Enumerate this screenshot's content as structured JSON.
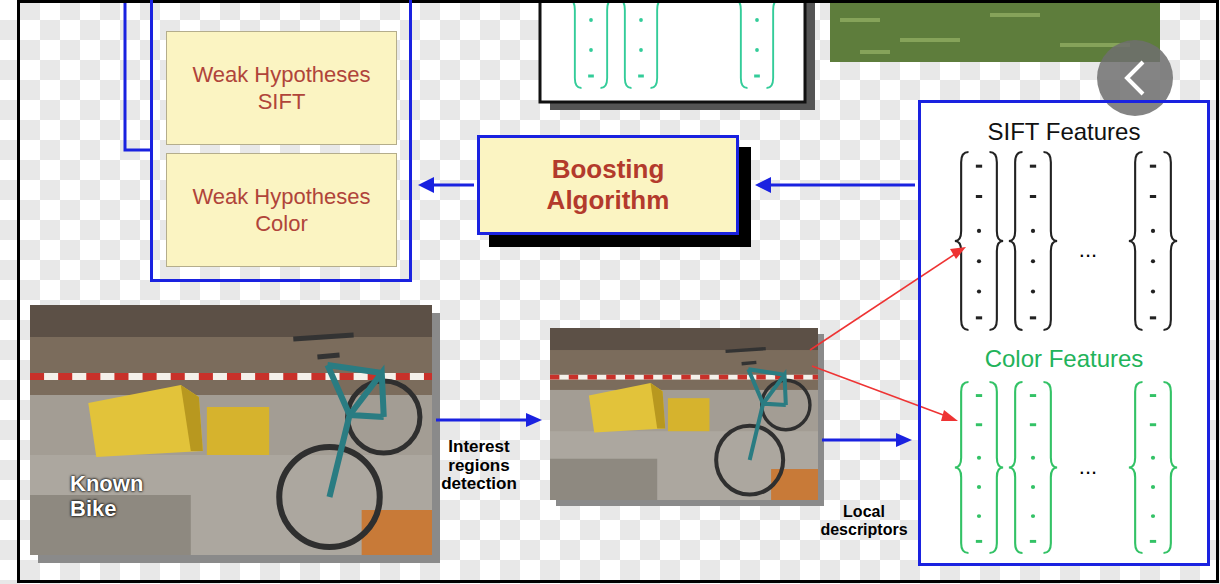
{
  "diagram": {
    "nodes": [
      {
        "text": []
      },
      {
        "text": [
          "Weak Hypotheses SIFT"
        ],
        "in": 0
      },
      {
        "text": [
          "Weak Hypotheses Color"
        ],
        "in": 0
      },
      {
        "text": [
          "Boosting Algorithm"
        ]
      },
      {
        "text": [
          "Known Bike"
        ]
      },
      {
        "text": [
          "SIFT Features",
          "Color Features"
        ]
      }
    ],
    "edges": [
      {
        "from": 5,
        "to": 3,
        "arrow": "to"
      },
      {
        "from": 3,
        "to": 0,
        "arrow": "to"
      }
    ],
    "labels": [
      "Interest regions detection",
      "Local descriptors",
      "...",
      "..."
    ]
  }
}
